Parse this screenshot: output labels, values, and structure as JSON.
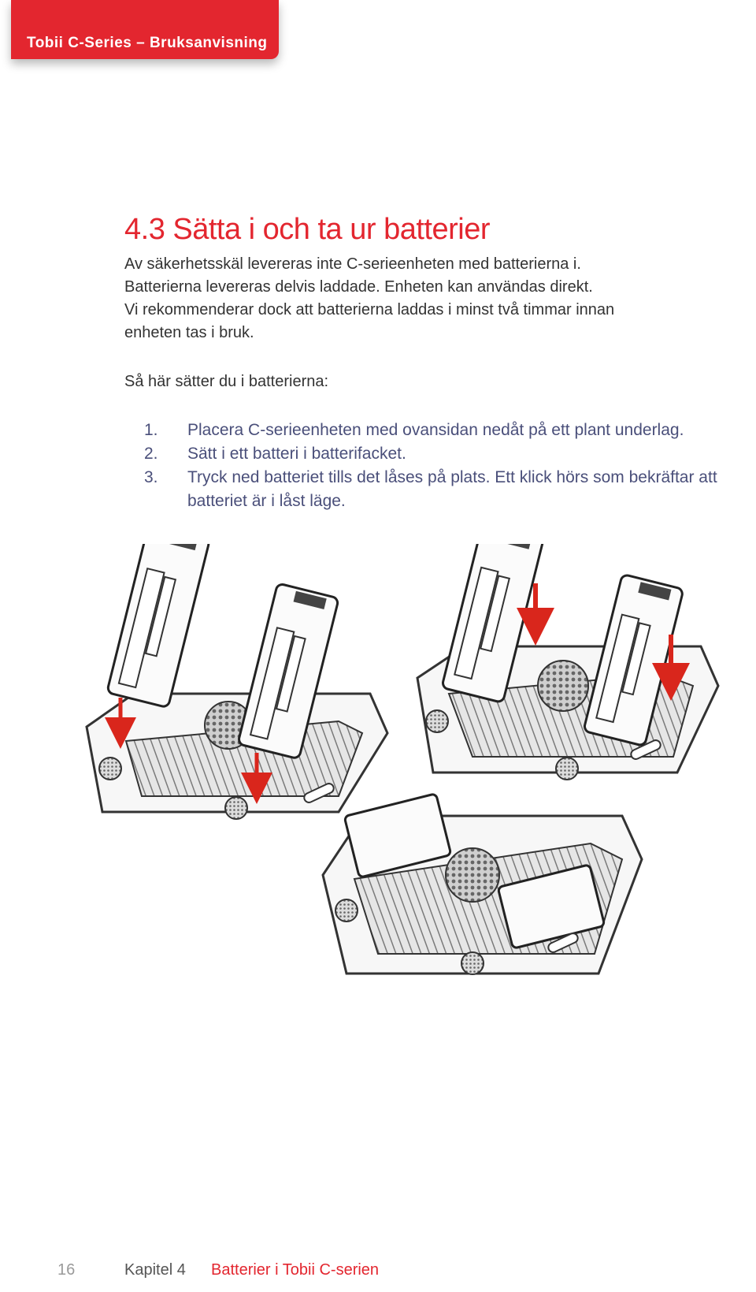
{
  "header": {
    "tab_text": "Tobii C-Series – Bruksanvisning"
  },
  "section": {
    "title": "4.3 Sätta i och ta ur batterier",
    "intro_lines": [
      "Av säkerhetsskäl levereras inte C-serieenheten med batterierna i.",
      "Batterierna levereras delvis laddade. Enheten kan användas direkt.",
      "Vi rekommenderar dock att batterierna laddas i minst två timmar innan",
      "enheten tas i bruk."
    ],
    "how_to": "Så här sätter du i batterierna:",
    "steps": [
      {
        "number": "1.",
        "text": "Placera C-serieenheten med ovansidan nedåt på ett plant underlag."
      },
      {
        "number": "2.",
        "text": "Sätt i ett batteri i batterifacket."
      },
      {
        "number": "3.",
        "text": "Tryck ned batteriet tills det låses på plats. Ett klick hörs som bekräftar att batteriet är i låst läge."
      }
    ]
  },
  "footer": {
    "page_number": "16",
    "chapter_label": "Kapitel 4",
    "chapter_title": "Batterier i Tobii C-serien"
  },
  "colors": {
    "accent": "#e3262f",
    "list_text": "#4a4f7a",
    "body_text": "#333333"
  },
  "icons": [
    "battery-insertion-illustration",
    "down-arrow-icon"
  ]
}
